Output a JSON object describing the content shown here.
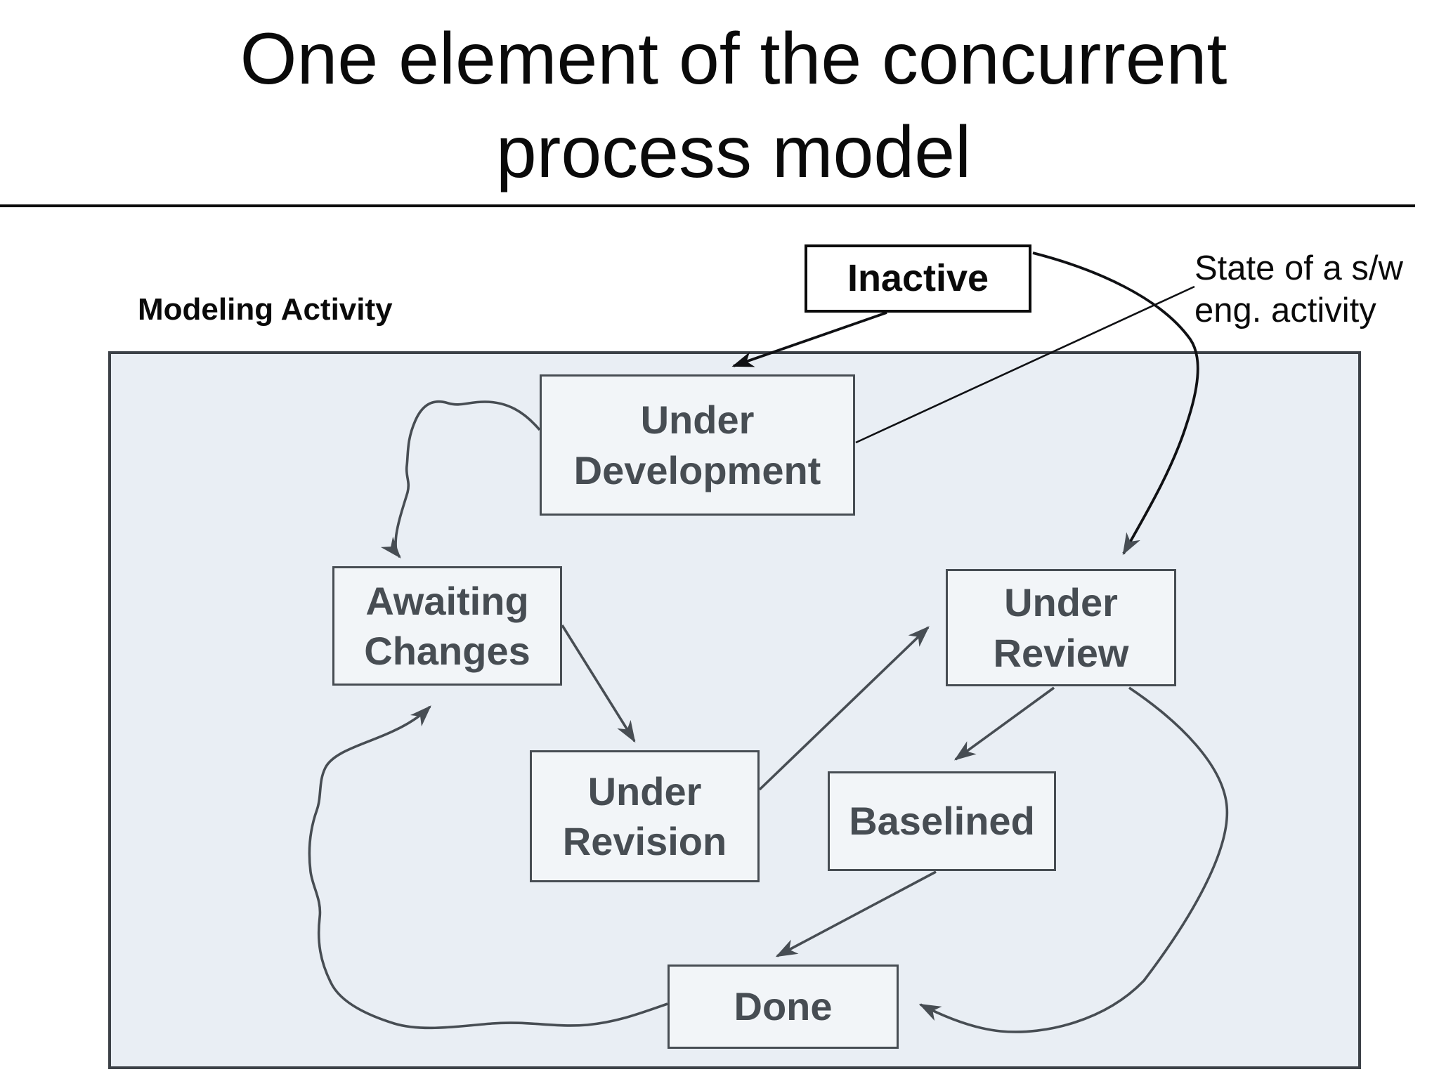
{
  "slide": {
    "title": "One element of the concurrent\nprocess model",
    "annotation": "State of a s/w\neng. activity",
    "container_label": "Modeling Activity"
  },
  "states": [
    {
      "id": "inactive",
      "label": "Inactive"
    },
    {
      "id": "under-development",
      "label": "Under\nDevelopment"
    },
    {
      "id": "awaiting-changes",
      "label": "Awaiting\nChanges"
    },
    {
      "id": "under-review",
      "label": "Under\nReview"
    },
    {
      "id": "under-revision",
      "label": "Under\nRevision"
    },
    {
      "id": "baselined",
      "label": "Baselined"
    },
    {
      "id": "done",
      "label": "Done"
    }
  ],
  "edges": [
    {
      "from": "Inactive",
      "to": "Under Development"
    },
    {
      "from": "Inactive",
      "to": "Under Review"
    },
    {
      "from": "Under Development",
      "to": "Awaiting Changes"
    },
    {
      "from": "Awaiting Changes",
      "to": "Under Revision"
    },
    {
      "from": "Under Revision",
      "to": "Under Review"
    },
    {
      "from": "Under Review",
      "to": "Baselined"
    },
    {
      "from": "Under Review",
      "to": "Done"
    },
    {
      "from": "Baselined",
      "to": "Done"
    },
    {
      "from": "Done",
      "to": "Awaiting Changes"
    }
  ],
  "annotation_pointer_target": "Under Development",
  "colors": {
    "background": "#ffffff",
    "container_fill": "#e9eef4",
    "container_border": "#3c4147",
    "state_box_fill": "#f2f5f8",
    "state_border": "#474d53",
    "state_text": "#474d53",
    "inactive_fill": "#ffffff",
    "black_ink": "#0a0a0a",
    "arrow_gray": "#474d53"
  }
}
